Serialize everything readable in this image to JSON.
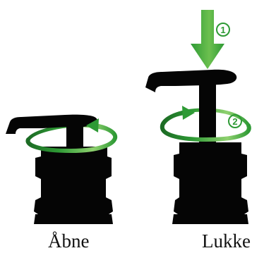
{
  "captions": {
    "open": "Åbne",
    "close": "Lukke"
  },
  "steps": {
    "press": "1",
    "twist": "2"
  },
  "colors": {
    "pump": "#050505",
    "arrow_green": "#2e9a35",
    "arrow_light": "#8fd16f",
    "arrow_dark": "#1c6b24",
    "caption_text": "#111111"
  },
  "icons": {
    "press_arrow": "arrow-down-icon",
    "twist_arrow_open": "rotate-counterclockwise-icon",
    "twist_arrow_close": "rotate-clockwise-icon"
  }
}
